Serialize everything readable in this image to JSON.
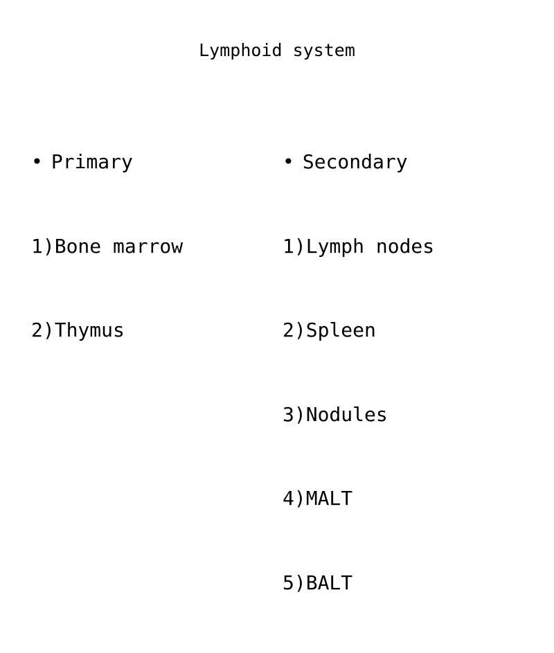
{
  "title": "Lymphoid system",
  "bullet": "•",
  "colors": {
    "background": "#ffffff",
    "text": "#000000"
  },
  "columns": [
    {
      "heading": "Primary",
      "items": [
        "1)Bone marrow",
        "2)Thymus"
      ]
    },
    {
      "heading": "Secondary",
      "items": [
        "1)Lymph nodes",
        "2)Spleen",
        "3)Nodules",
        "4)MALT",
        "5)BALT"
      ]
    }
  ]
}
